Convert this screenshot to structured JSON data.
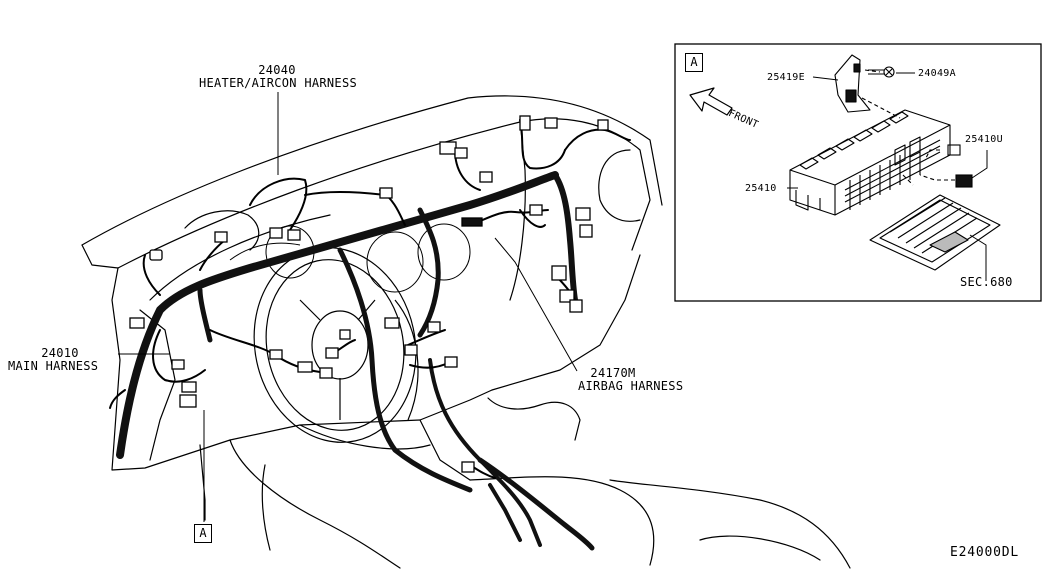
{
  "callouts": {
    "heater_aircon": {
      "part_no": "24040",
      "name": "HEATER/AIRCON HARNESS"
    },
    "main": {
      "part_no": "24010",
      "name": "MAIN HARNESS"
    },
    "airbag": {
      "part_no": "24170M",
      "name": "AIRBAG HARNESS"
    }
  },
  "view_ref": {
    "main_marker": "A",
    "inset_marker": "A"
  },
  "inset": {
    "direction": "FRONT",
    "parts": {
      "bracket": "25419E",
      "bolt": "24049A",
      "relay": "25410U",
      "fuse_block": "25410",
      "section_ref": "SEC.680"
    }
  },
  "diagram_id": "E24000DL",
  "colors": {
    "line": "#000000",
    "harness": "#111111",
    "background": "#ffffff"
  }
}
